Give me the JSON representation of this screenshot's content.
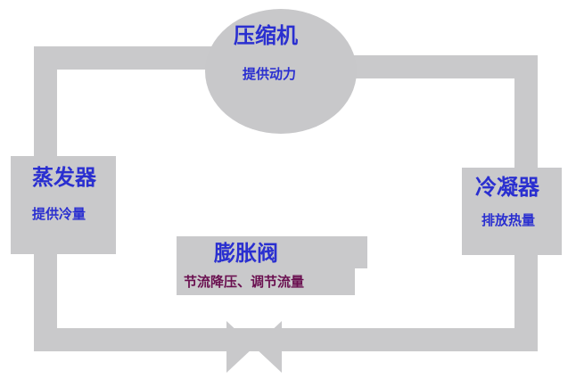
{
  "components": {
    "compressor": {
      "name": "压缩机",
      "function": "提供动力"
    },
    "condenser": {
      "name": "冷凝器",
      "function": "排放热量"
    },
    "evaporator": {
      "name": "蒸发器",
      "function": "提供冷量"
    },
    "expansion_valve": {
      "name": "膨胀阀",
      "function": "节流降压、调节流量"
    }
  },
  "colors": {
    "pipe": "#c9c9cb",
    "title_text": "#2a2fd0",
    "valve_function_text": "#6a1050"
  }
}
